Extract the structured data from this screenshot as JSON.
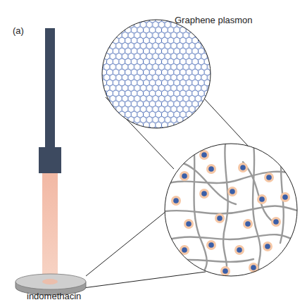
{
  "diagram": {
    "labels": [
      "(a)",
      "Graphene plasmon",
      "indomethacin"
    ]
  }
}
